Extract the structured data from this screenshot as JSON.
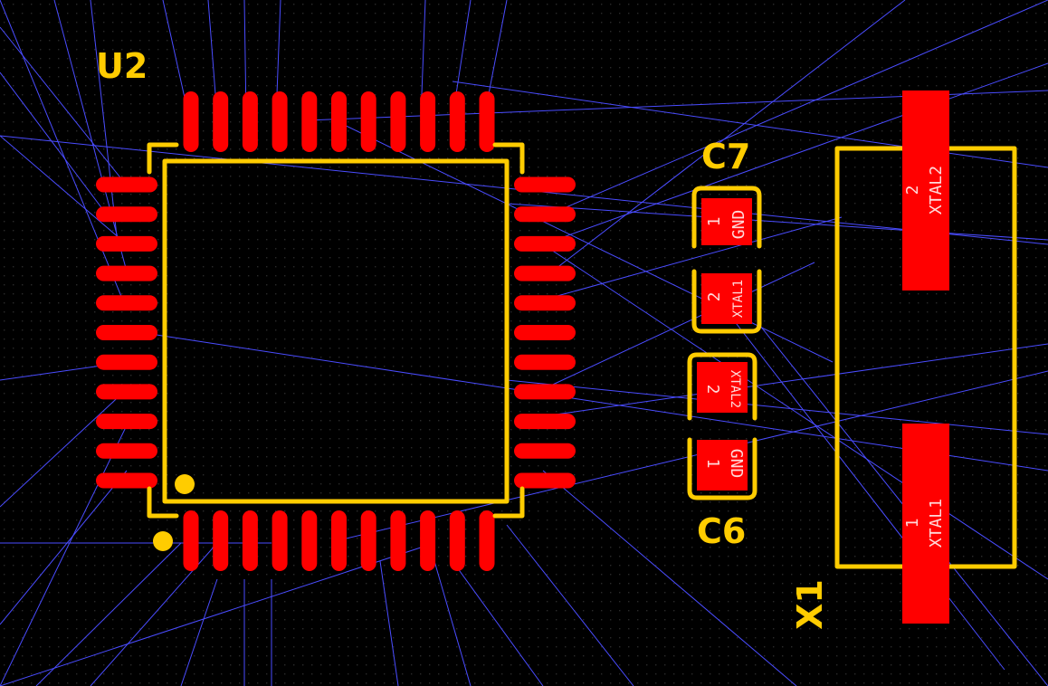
{
  "colors": {
    "background": "#000000",
    "grid_dot": "#2a2a2a",
    "copper_pad": "#ff0000",
    "silkscreen": "#ffcc00",
    "ratsnest": "#4a4cff",
    "pad_text": "#ffffff"
  },
  "components": {
    "u2": {
      "ref": "U2"
    },
    "c7": {
      "ref": "C7",
      "pads": [
        {
          "number": "1",
          "net": "GND"
        },
        {
          "number": "2",
          "net": "XTAL1"
        }
      ]
    },
    "c6": {
      "ref": "C6",
      "pads": [
        {
          "number": "2",
          "net": "XTAL2"
        },
        {
          "number": "1",
          "net": "GND"
        }
      ]
    },
    "x1": {
      "ref": "X1",
      "pads": [
        {
          "number": "2",
          "net": "XTAL2"
        },
        {
          "number": "1",
          "net": "XTAL1"
        }
      ]
    }
  }
}
